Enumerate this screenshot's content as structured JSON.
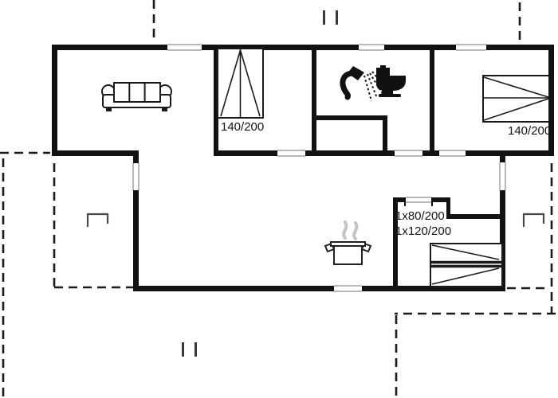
{
  "plan": {
    "type": "floor-plan",
    "labels": {
      "bed1": "140/200",
      "bed2": "140/200",
      "bunk_top": "1x80/200",
      "bunk_bottom": "1x120/200"
    },
    "icons": [
      "sofa-icon",
      "double-bed-vertical-icon",
      "double-bed-horizontal-icon",
      "bunk-bed-icon",
      "shower-icon",
      "toilet-icon",
      "cooking-pot-icon",
      "terrace-bracket-icon",
      "section-marker-icon"
    ],
    "colors": {
      "wall": "#121212",
      "opening_line": "#b8b8b8",
      "dashed_line": "#1a1a1a",
      "steam": "#c4c4c4",
      "background": "#ffffff"
    }
  }
}
